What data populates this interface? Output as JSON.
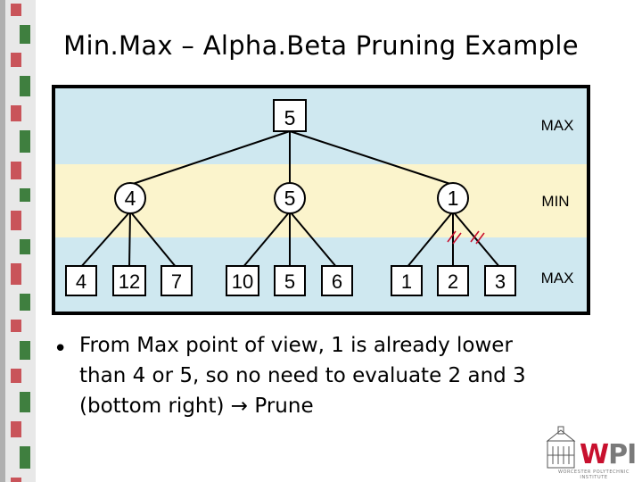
{
  "slide": {
    "title": "Min.Max – Alpha.Beta Pruning Example",
    "bullet_lines": [
      "From Max point of view, 1 is already lower",
      "than 4 or 5, so no need to evaluate 2 and 3",
      "(bottom right) → Prune"
    ]
  },
  "tree": {
    "level_labels": [
      "MAX",
      "MIN",
      "MAX"
    ],
    "root": "5",
    "min_nodes": [
      "4",
      "5",
      "1"
    ],
    "leaves": [
      "4",
      "12",
      "7",
      "10",
      "5",
      "6",
      "1",
      "2",
      "3"
    ],
    "colors": {
      "max_band": "#cfe8f0",
      "min_band": "#fbf4cc",
      "frame": "#000000"
    }
  },
  "logo": {
    "w": "W",
    "pi": "PI",
    "subtitle": "WORCESTER POLYTECHNIC INSTITUTE"
  },
  "left_strip_colors": [
    "#c9545a",
    "#3f7f3f",
    "#c9545a",
    "#3f7f3f"
  ]
}
